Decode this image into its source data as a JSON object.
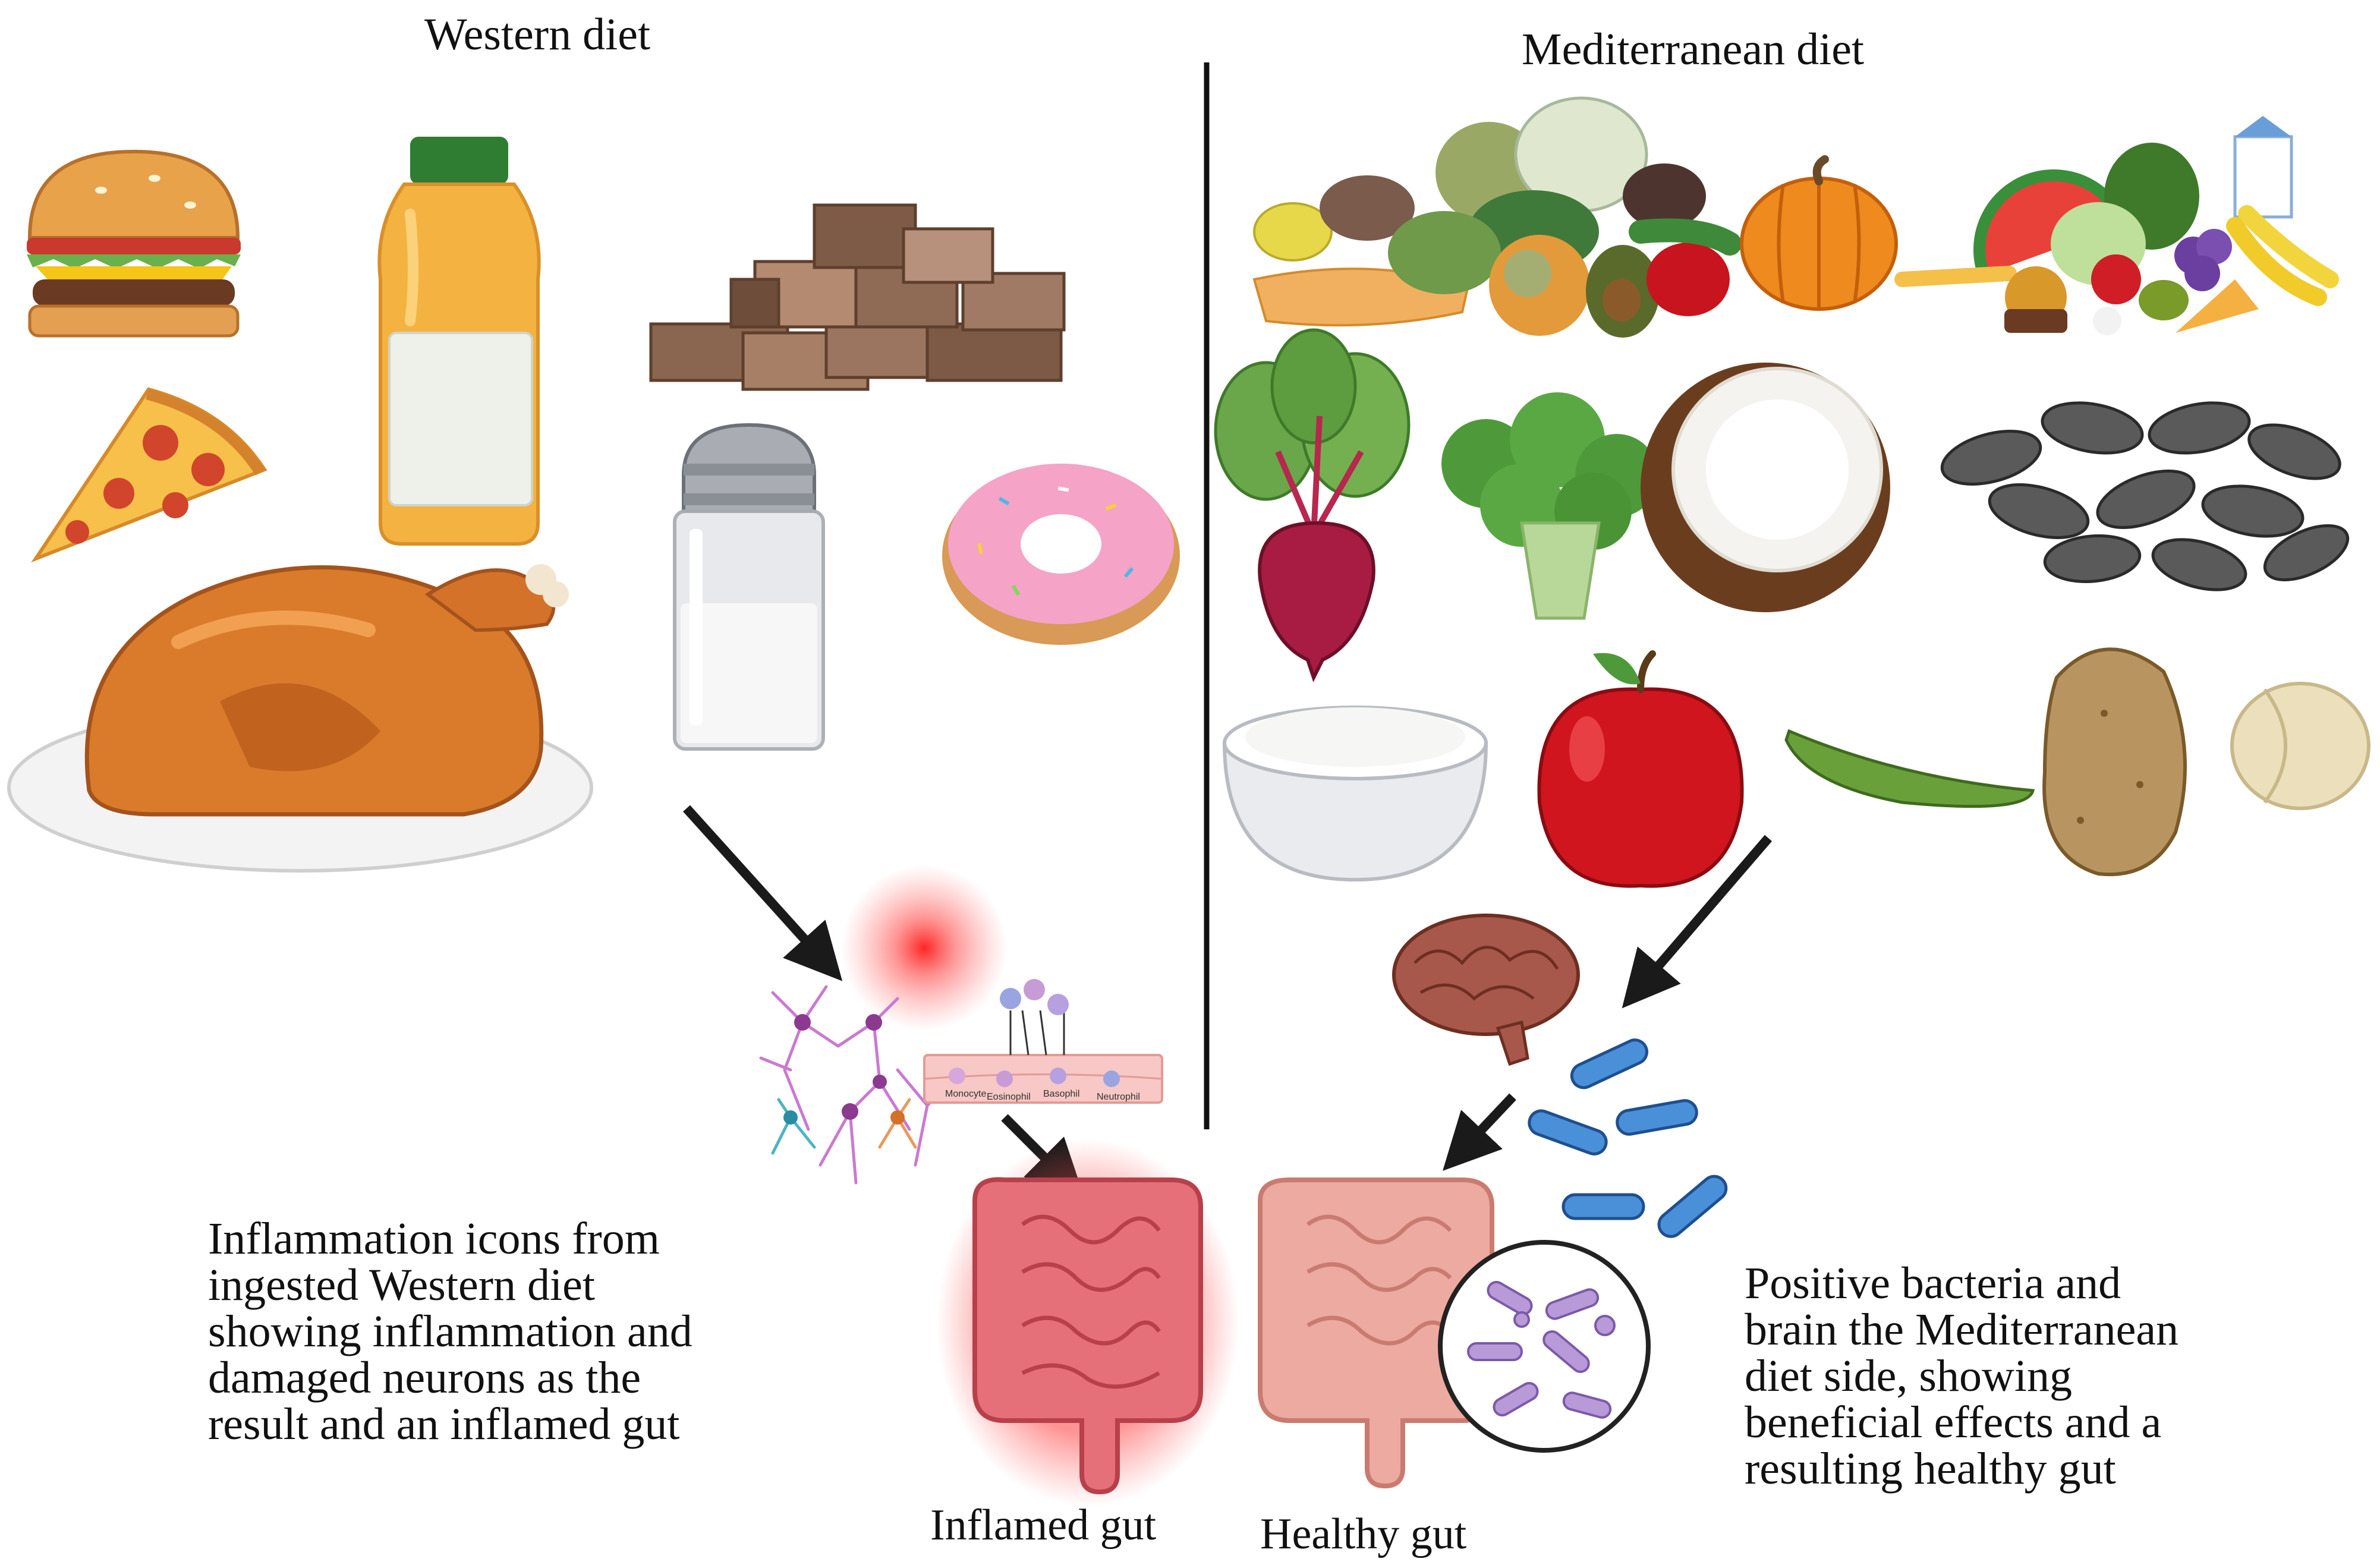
{
  "western": {
    "title": "Western diet",
    "caption": [
      "Inflammation icons from",
      "ingested Western diet",
      "showing inflammation and",
      "damaged neurons as the",
      "result and an inflamed gut"
    ],
    "foods": [
      "hamburger-icon",
      "juice-bottle-icon",
      "sugar-cubes-icon",
      "pizza-slice-icon",
      "salt-shaker-icon",
      "donut-icon",
      "roast-chicken-icon"
    ],
    "cell_labels": [
      "Monocyte",
      "Eosinophil",
      "Basophil",
      "Neutrophil"
    ]
  },
  "mediterranean": {
    "title": "Mediterranean diet",
    "caption": [
      "Positive bacteria and",
      "brain the Mediterranean",
      "diet side, showing",
      "beneficial effects and a",
      "resulting healthy gut"
    ],
    "foods": [
      "vegetables-pile-icon",
      "pumpkin-icon",
      "fruit-basket-icon",
      "beetroot-icon",
      "broccoli-icon",
      "coconut-icon",
      "sunflower-seeds-icon",
      "rice-bowl-icon",
      "apple-icon",
      "bean-pod-icon",
      "potato-icon",
      "bean-icon"
    ]
  },
  "outcomes": {
    "inflamed": "Inflamed gut",
    "healthy": "Healthy gut"
  },
  "colors": {
    "divider": "#111111",
    "arrow": "#1a1a1a",
    "inflamed_glow": "#ff2a2a",
    "gut": "#e8a598",
    "bacteria": "#4a90d9",
    "microbe": "#b99ad8"
  }
}
